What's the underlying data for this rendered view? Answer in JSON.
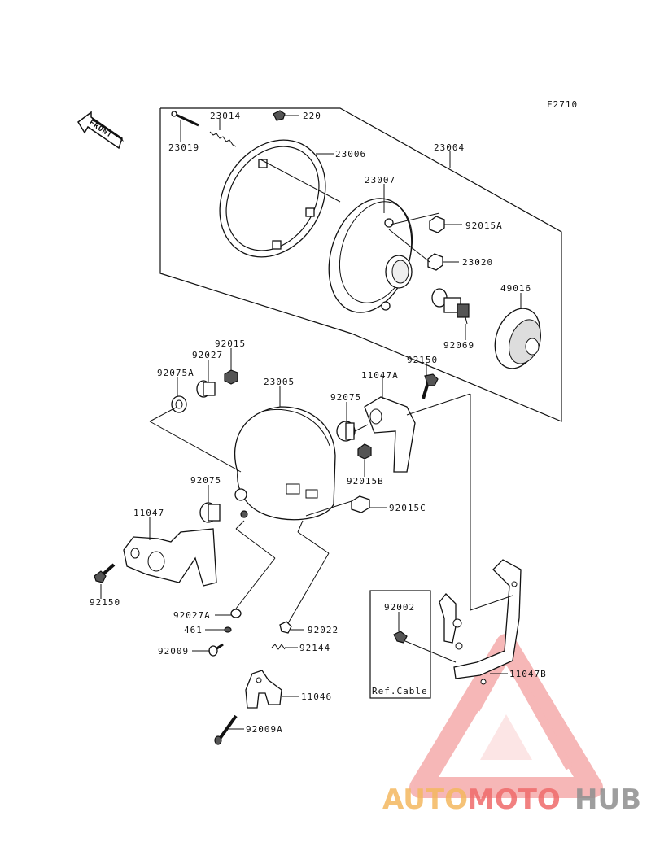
{
  "diagram": {
    "figure_code": "F2710",
    "front_label": "FRONT",
    "ref_cable_label": "Ref.Cable"
  },
  "parts": [
    {
      "id": "p23014",
      "label": "23014"
    },
    {
      "id": "p220",
      "label": "220"
    },
    {
      "id": "p23019",
      "label": "23019"
    },
    {
      "id": "p23006",
      "label": "23006"
    },
    {
      "id": "p23004",
      "label": "23004"
    },
    {
      "id": "p23007",
      "label": "23007"
    },
    {
      "id": "p92015A",
      "label": "92015A"
    },
    {
      "id": "p23020",
      "label": "23020"
    },
    {
      "id": "p49016",
      "label": "49016"
    },
    {
      "id": "p92069",
      "label": "92069"
    },
    {
      "id": "p92015",
      "label": "92015"
    },
    {
      "id": "p92027",
      "label": "92027"
    },
    {
      "id": "p92075A",
      "label": "92075A"
    },
    {
      "id": "p23005",
      "label": "23005"
    },
    {
      "id": "p92150a",
      "label": "92150"
    },
    {
      "id": "p11047A",
      "label": "11047A"
    },
    {
      "id": "p92075a",
      "label": "92075"
    },
    {
      "id": "p92015B",
      "label": "92015B"
    },
    {
      "id": "p92075b",
      "label": "92075"
    },
    {
      "id": "p92015C",
      "label": "92015C"
    },
    {
      "id": "p11047",
      "label": "11047"
    },
    {
      "id": "p92150b",
      "label": "92150"
    },
    {
      "id": "p92027A",
      "label": "92027A"
    },
    {
      "id": "p461",
      "label": "461"
    },
    {
      "id": "p92009",
      "label": "92009"
    },
    {
      "id": "p92022",
      "label": "92022"
    },
    {
      "id": "p92144",
      "label": "92144"
    },
    {
      "id": "p11046",
      "label": "11046"
    },
    {
      "id": "p92009A",
      "label": "92009A"
    },
    {
      "id": "p92002",
      "label": "92002"
    },
    {
      "id": "p11047B",
      "label": "11047B"
    }
  ],
  "watermark": {
    "part1": "AUTO",
    "part2": "MOTO",
    "part3": "HUB",
    "colors": {
      "auto": "#f4b860",
      "moto": "#ef6b6b",
      "hub": "#8e8e8e",
      "triangle": "#f08080"
    }
  }
}
